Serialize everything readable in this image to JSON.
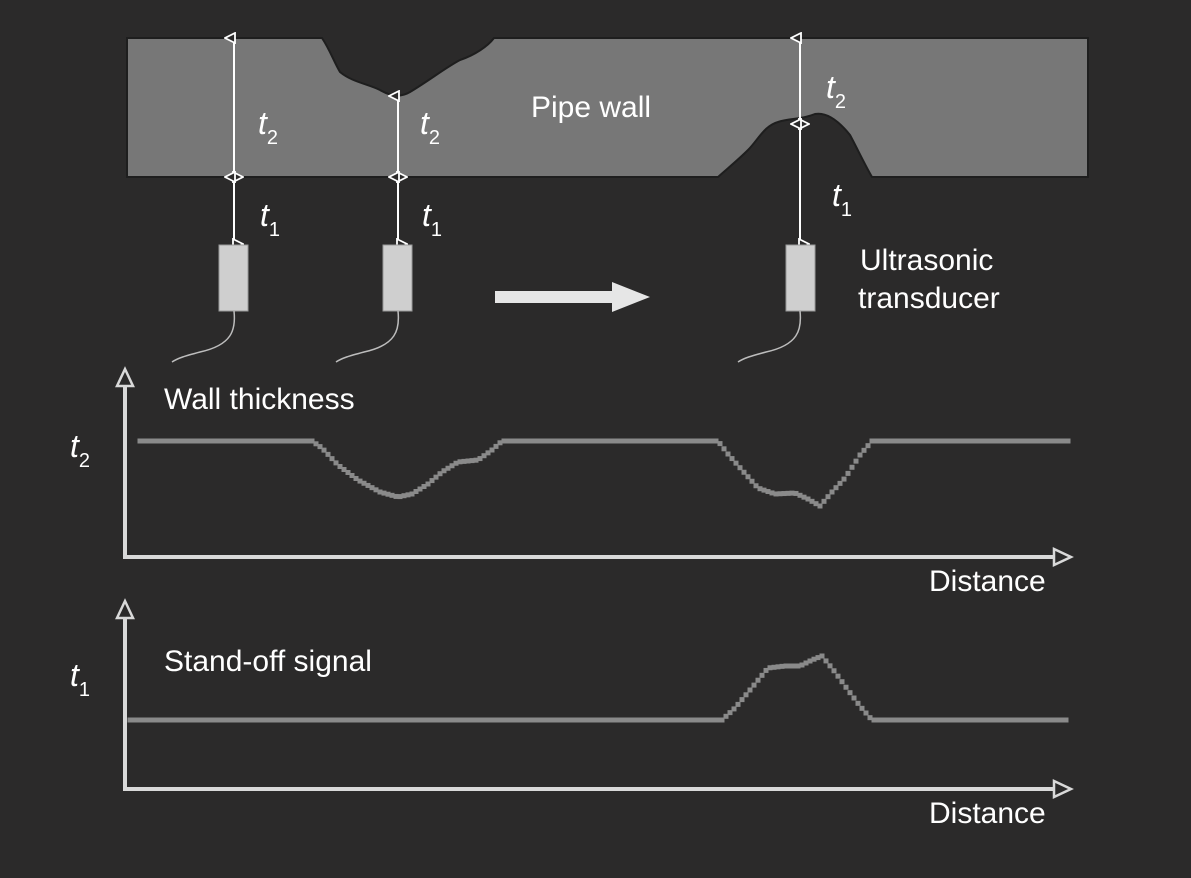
{
  "labels": {
    "pipe_wall": "Pipe wall",
    "transducer_line1": "Ultrasonic",
    "transducer_line2": "transducer",
    "wall_thickness": "Wall thickness",
    "standoff_signal": "Stand-off signal",
    "distance": "Distance",
    "t": "t",
    "sub1": "1",
    "sub2": "2"
  },
  "colors": {
    "background": "#2b2a2a",
    "pipe_wall": "#777777",
    "transducer": "#cfcfcf",
    "signal": "#8a8a8a",
    "axis": "#d9d9d9",
    "text": "#ffffff"
  }
}
